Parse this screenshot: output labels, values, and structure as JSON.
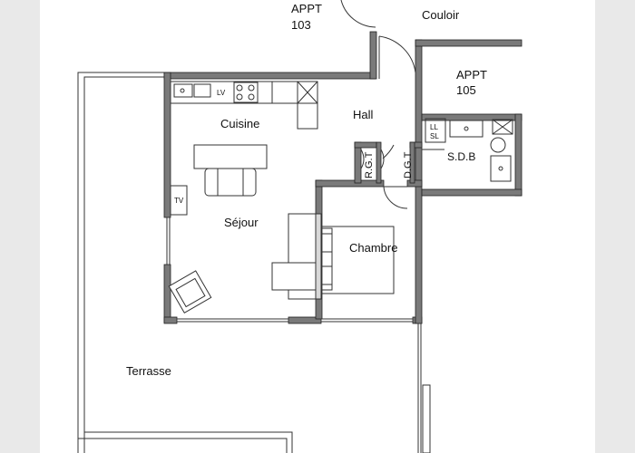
{
  "labels": {
    "appt_103_line1": "APPT",
    "appt_103_line2": "103",
    "couloir": "Couloir",
    "appt_105_line1": "APPT",
    "appt_105_line2": "105",
    "cuisine": "Cuisine",
    "hall": "Hall",
    "sdb": "S.D.B",
    "rgt": "R.G.T",
    "dgt": "D.G.T",
    "sejour": "Séjour",
    "chambre": "Chambre",
    "terrasse": "Terrasse",
    "tv": "TV",
    "lv": "LV",
    "ll": "LL",
    "sl": "SL"
  },
  "colors": {
    "page_margin": "#e9e9e9",
    "paper": "#ffffff",
    "wall_fill": "#7a7a7a",
    "wall_stroke": "#222222",
    "line": "#333333",
    "sofa_fill": "#d8d8d8"
  }
}
